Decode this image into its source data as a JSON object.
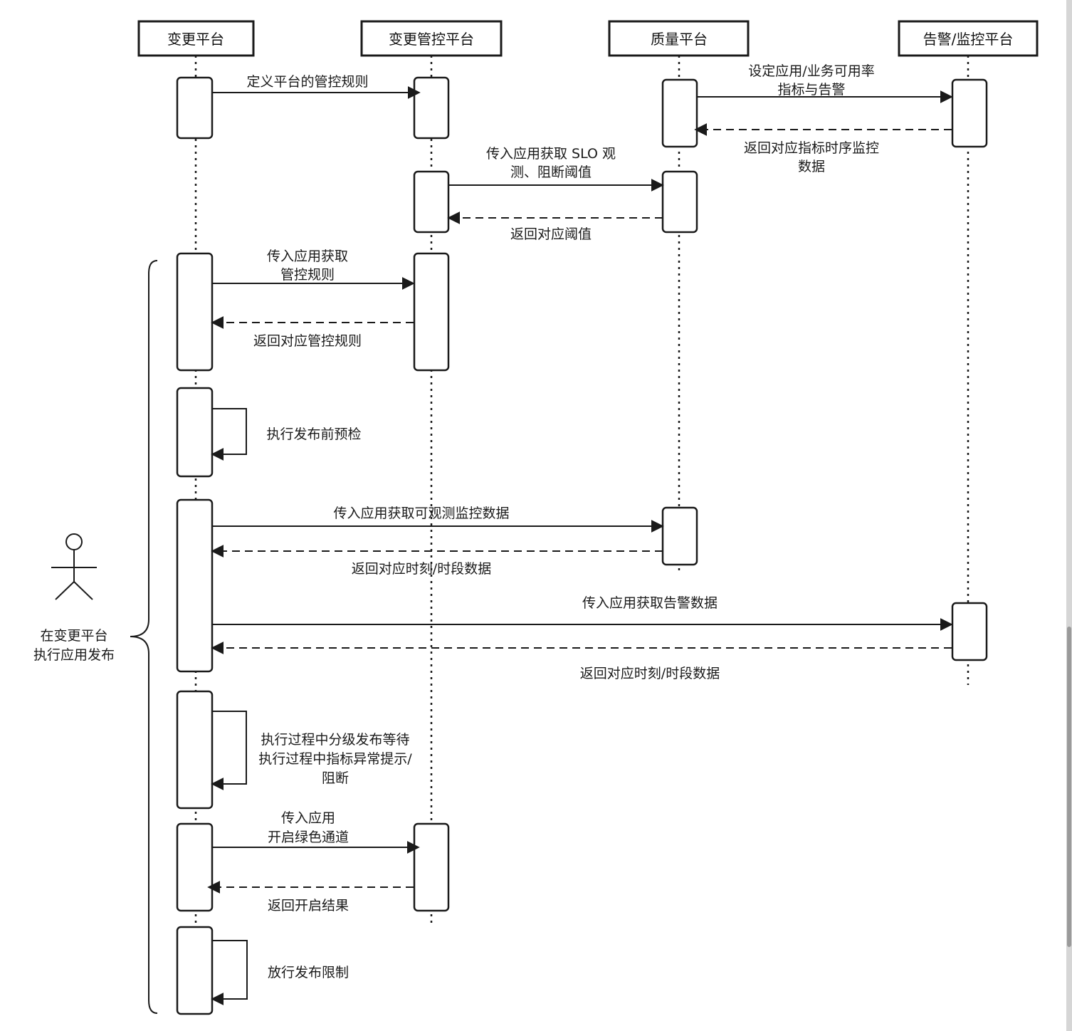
{
  "participants": [
    "变更平台",
    "变更管控平台",
    "质量平台",
    "告警/监控平台"
  ],
  "actor": {
    "label_lines": [
      "在变更平台",
      "执行应用发布"
    ]
  },
  "messages": [
    {
      "lines": [
        "定义平台的管控规则"
      ]
    },
    {
      "lines": [
        "设定应用/业务可用率",
        "指标与告警"
      ]
    },
    {
      "lines": [
        "返回对应指标时序监控",
        "数据"
      ]
    },
    {
      "lines": [
        "传入应用获取 SLO 观",
        "测、阻断阈值"
      ]
    },
    {
      "lines": [
        "返回对应阈值"
      ]
    },
    {
      "lines": [
        "传入应用获取",
        "管控规则"
      ]
    },
    {
      "lines": [
        "返回对应管控规则"
      ]
    },
    {
      "lines": [
        "执行发布前预检"
      ]
    },
    {
      "lines": [
        "传入应用获取可观测监控数据"
      ]
    },
    {
      "lines": [
        "返回对应时刻/时段数据"
      ]
    },
    {
      "lines": [
        "传入应用获取告警数据"
      ]
    },
    {
      "lines": [
        "返回对应时刻/时段数据"
      ]
    },
    {
      "lines": [
        "执行过程中分级发布等待",
        "执行过程中指标异常提示/",
        "阻断"
      ]
    },
    {
      "lines": [
        "传入应用",
        "开启绿色通道"
      ]
    },
    {
      "lines": [
        "返回开启结果"
      ]
    },
    {
      "lines": [
        "放行发布限制"
      ]
    }
  ]
}
